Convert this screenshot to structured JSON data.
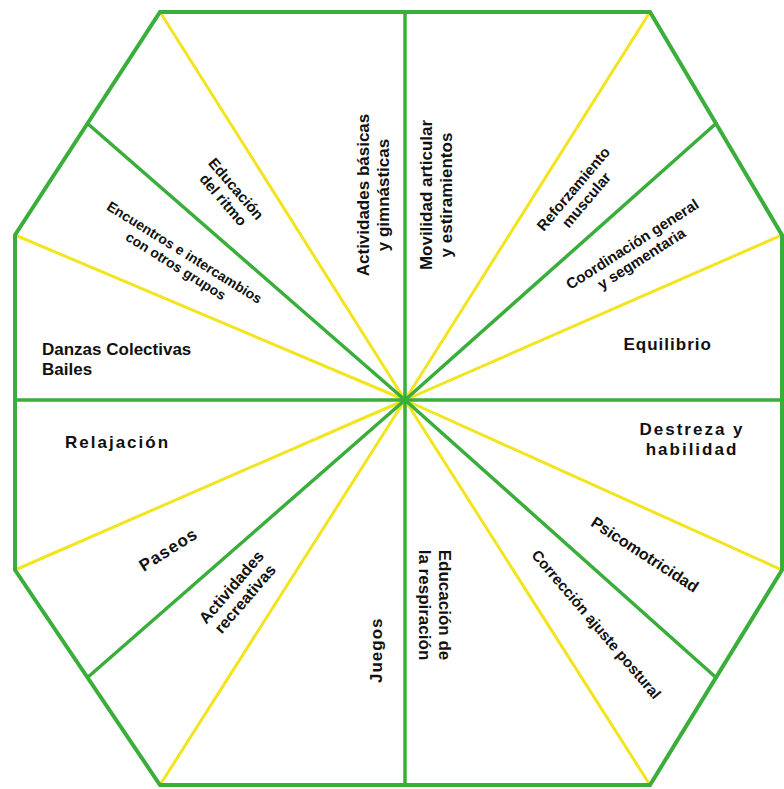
{
  "diagram": {
    "nodes": [
      {
        "text": [
          "Movilidad articular y estiramientos"
        ]
      },
      {
        "text": [
          "Reforzamiento muscular"
        ]
      },
      {
        "text": [
          "Coordinación general y segmentaria"
        ]
      },
      {
        "text": [
          "Equilibrio"
        ]
      },
      {
        "text": [
          "Destreza y habilidad"
        ]
      },
      {
        "text": [
          "Psicomotricidad"
        ]
      },
      {
        "text": [
          "Corrección ajuste postural"
        ]
      },
      {
        "text": [
          "Educación de la respiración"
        ]
      },
      {
        "text": [
          "Juegos"
        ]
      },
      {
        "text": [
          "Actividades recreativas"
        ]
      },
      {
        "text": [
          "Paseos"
        ]
      },
      {
        "text": [
          "Relajación"
        ]
      },
      {
        "text": [
          "Danzas Colectivas Bailes"
        ]
      },
      {
        "text": [
          "Encuentros e intercambios con otros grupos"
        ]
      },
      {
        "text": [
          "Educación del ritmo"
        ]
      },
      {
        "text": [
          "Actividades básicas y gimnásticas"
        ]
      }
    ]
  }
}
